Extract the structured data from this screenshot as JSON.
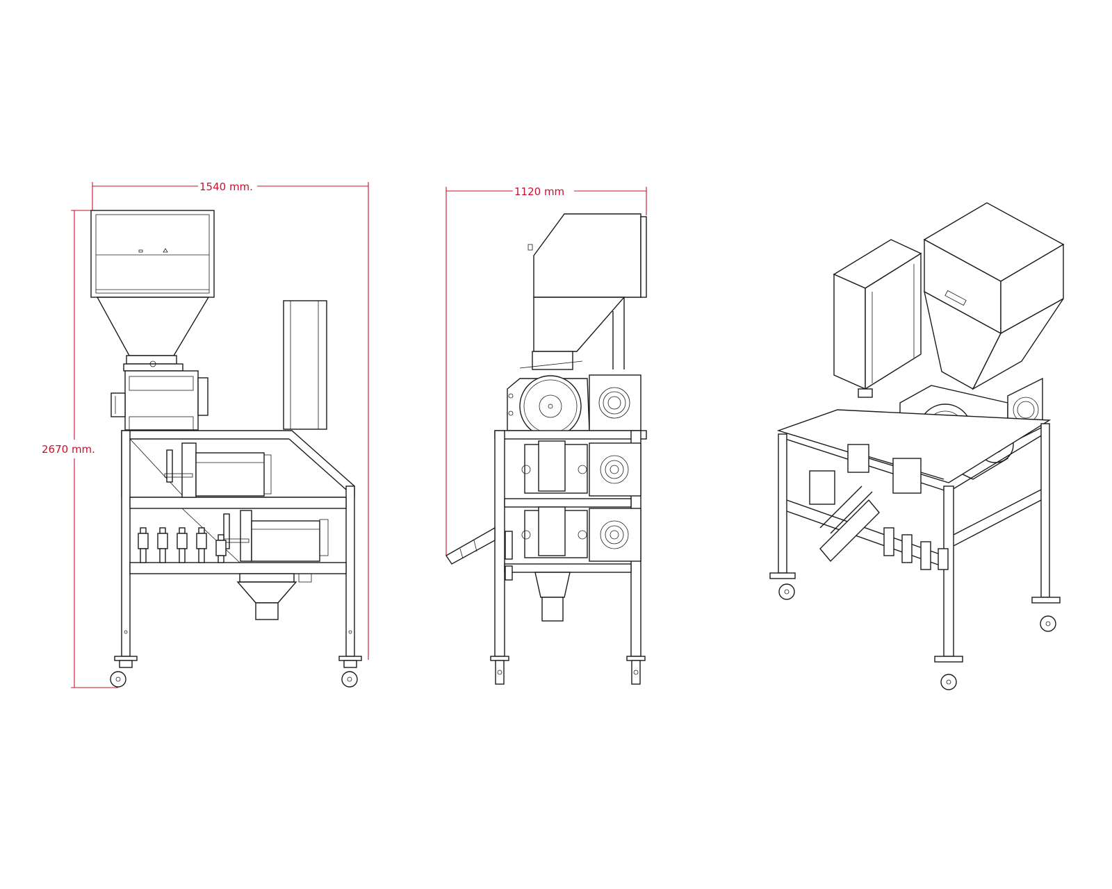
{
  "dimensions": {
    "width_front": "1540 mm.",
    "depth_side": "1120 mm",
    "height": "2670 mm."
  },
  "colors": {
    "dimension": "#c8102e",
    "line": "#1a1a1a",
    "background": "#ffffff"
  }
}
